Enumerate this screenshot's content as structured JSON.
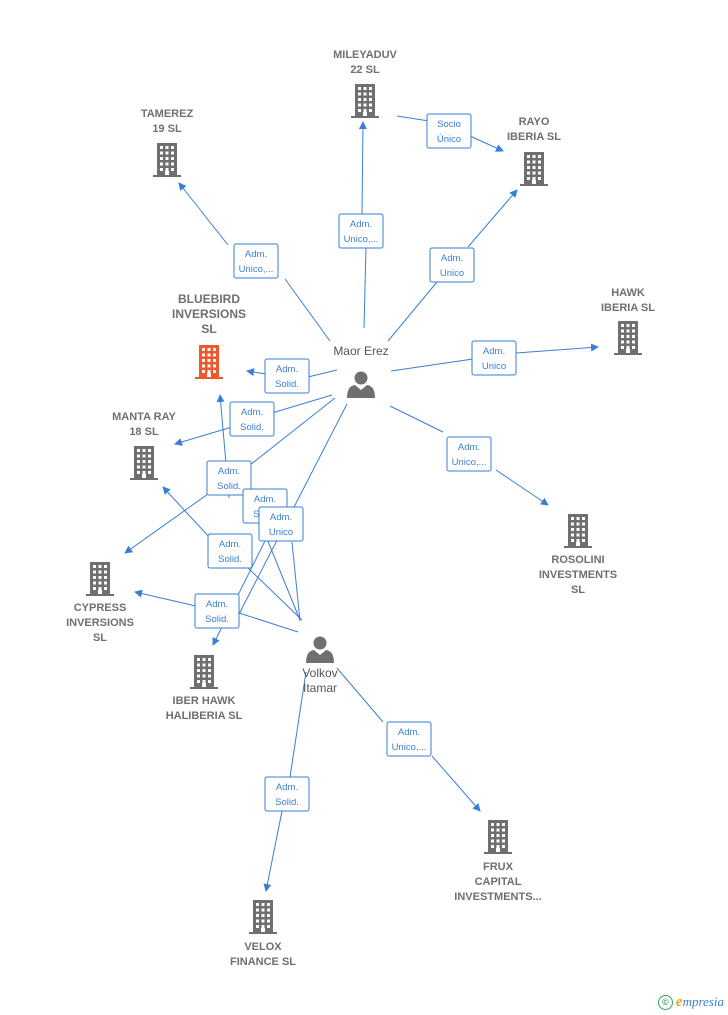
{
  "companies": [
    {
      "id": "mileyaduv",
      "lines": [
        "MILEYADUV",
        "22  SL"
      ],
      "focus": false
    },
    {
      "id": "tamerez",
      "lines": [
        "TAMEREZ",
        "19  SL"
      ],
      "focus": false
    },
    {
      "id": "rayo",
      "lines": [
        "RAYO",
        "IBERIA  SL"
      ],
      "focus": false
    },
    {
      "id": "bluebird",
      "lines": [
        "BLUEBIRD",
        "INVERSIONS",
        "SL"
      ],
      "focus": true
    },
    {
      "id": "hawk",
      "lines": [
        "HAWK",
        "IBERIA  SL"
      ],
      "focus": false
    },
    {
      "id": "mantaray",
      "lines": [
        "MANTA RAY",
        "18  SL"
      ],
      "focus": false
    },
    {
      "id": "rosolini",
      "lines": [
        "ROSOLINI",
        "INVESTMENTS",
        "SL"
      ],
      "focus": false
    },
    {
      "id": "cypress",
      "lines": [
        "CYPRESS",
        "INVERSIONS",
        "SL"
      ],
      "focus": false
    },
    {
      "id": "iberhawk",
      "lines": [
        "IBER HAWK",
        "HALIBERIA  SL"
      ],
      "focus": false
    },
    {
      "id": "frux",
      "lines": [
        "FRUX",
        "CAPITAL",
        "INVESTMENTS..."
      ],
      "focus": false
    },
    {
      "id": "velox",
      "lines": [
        "VELOX",
        "FINANCE  SL"
      ],
      "focus": false
    }
  ],
  "persons": [
    {
      "id": "maor",
      "lines": [
        "Maor Erez"
      ]
    },
    {
      "id": "volkov",
      "lines": [
        "Volkov",
        "Itamar"
      ]
    }
  ],
  "relations": [
    {
      "id": "r1",
      "lines": [
        "Socio",
        "Único"
      ]
    },
    {
      "id": "r2",
      "lines": [
        "Adm.",
        "Unico,..."
      ]
    },
    {
      "id": "r3",
      "lines": [
        "Adm.",
        "Unico,..."
      ]
    },
    {
      "id": "r4",
      "lines": [
        "Adm.",
        "Unico"
      ]
    },
    {
      "id": "r5",
      "lines": [
        "Adm.",
        "Unico"
      ]
    },
    {
      "id": "r6",
      "lines": [
        "Adm.",
        "Solid."
      ]
    },
    {
      "id": "r7",
      "lines": [
        "Adm.",
        "Solid."
      ]
    },
    {
      "id": "r8",
      "lines": [
        "Adm.",
        "Unico,..."
      ]
    },
    {
      "id": "r9",
      "lines": [
        "Adm.",
        "Solid."
      ]
    },
    {
      "id": "r10",
      "lines": [
        "Adm.",
        "Solid."
      ]
    },
    {
      "id": "r11",
      "lines": [
        "Adm.",
        "Unico"
      ]
    },
    {
      "id": "r12",
      "lines": [
        "Adm.",
        "Solid."
      ]
    },
    {
      "id": "r13",
      "lines": [
        "Adm.",
        "Solid."
      ]
    },
    {
      "id": "r14",
      "lines": [
        "Adm.",
        "Unico,..."
      ]
    },
    {
      "id": "r15",
      "lines": [
        "Adm.",
        "Solid."
      ]
    }
  ],
  "footer": {
    "copyright_symbol": "©",
    "brand_first": "e",
    "brand_rest": "mpresia"
  }
}
